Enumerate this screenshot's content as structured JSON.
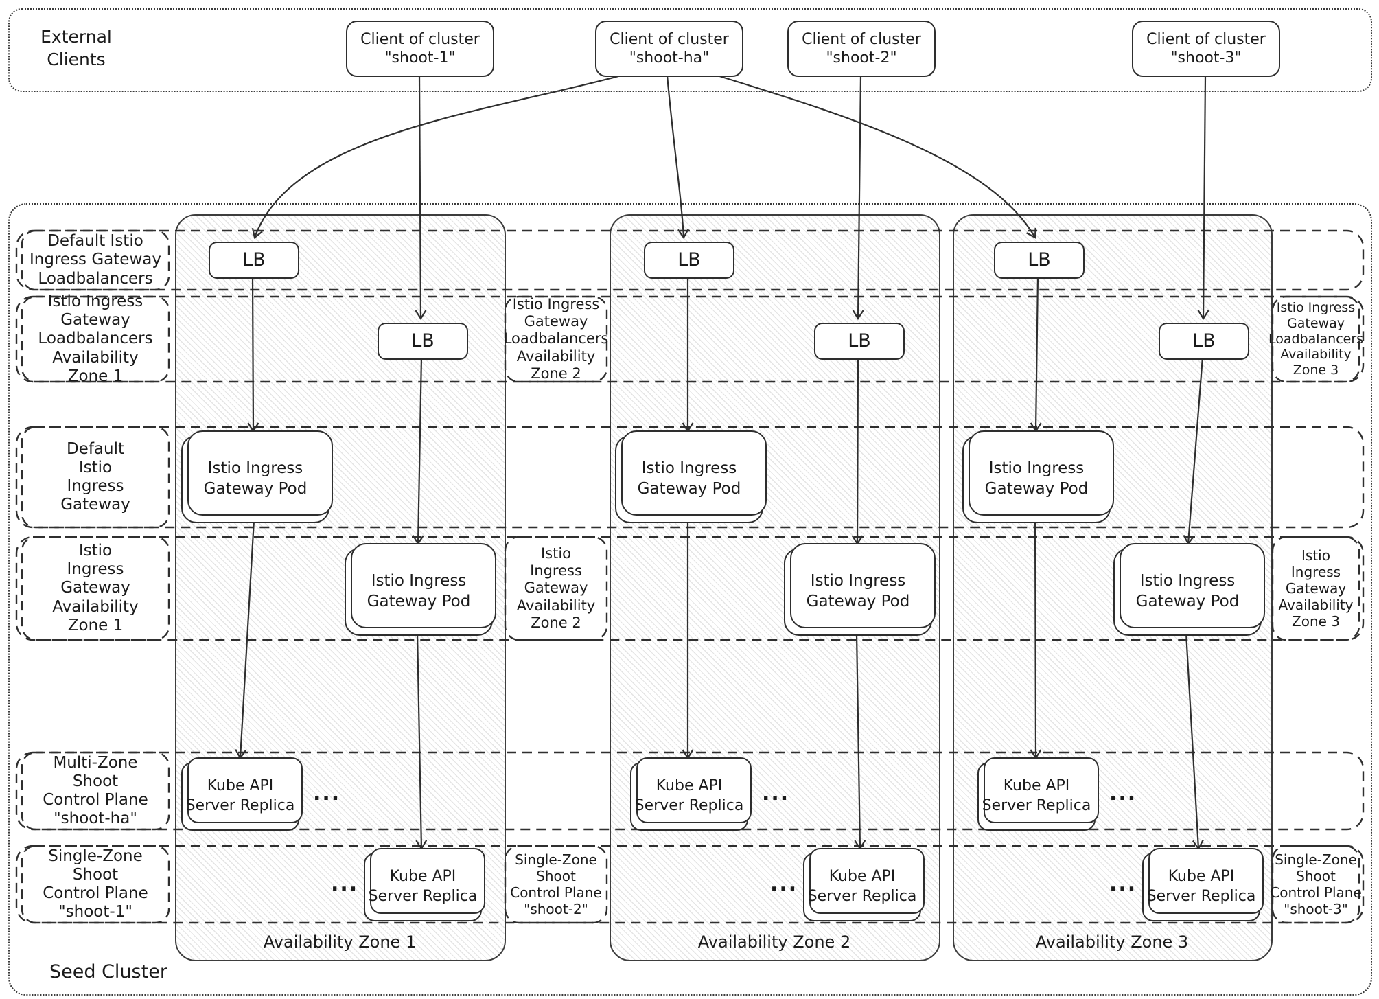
{
  "colors": {
    "stroke": "#2e2e2e",
    "text": "#1b1b1b",
    "hatch_line": "#e4e4e4",
    "background": "#ffffff"
  },
  "external": {
    "label_lines": [
      "External",
      "Clients"
    ],
    "clients": [
      {
        "line1": "Client of cluster",
        "line2": "\"shoot-1\""
      },
      {
        "line1": "Client of cluster",
        "line2": "\"shoot-ha\""
      },
      {
        "line1": "Client of cluster",
        "line2": "\"shoot-2\""
      },
      {
        "line1": "Client of cluster",
        "line2": "\"shoot-3\""
      }
    ]
  },
  "seed": {
    "label": "Seed Cluster",
    "zone_labels": [
      "Availability Zone 1",
      "Availability Zone 2",
      "Availability Zone 3"
    ],
    "bands": {
      "default_lb": {
        "left": [
          "Default Istio",
          "Ingress Gateway",
          "Loadbalancers"
        ]
      },
      "zone_lb": {
        "left": [
          "Istio Ingress",
          "Gateway",
          "Loadbalancers",
          "Availability",
          "Zone 1"
        ],
        "middle": [
          "Istio Ingress",
          "Gateway",
          "Loadbalancers",
          "Availability",
          "Zone 2"
        ],
        "right": [
          "Istio Ingress",
          "Gateway",
          "Loadbalancers",
          "Availability",
          "Zone 3"
        ]
      },
      "default_gw": {
        "left": [
          "Default",
          "Istio",
          "Ingress",
          "Gateway"
        ]
      },
      "zone_gw": {
        "left": [
          "Istio",
          "Ingress",
          "Gateway",
          "Availability",
          "Zone 1"
        ],
        "middle": [
          "Istio",
          "Ingress",
          "Gateway",
          "Availability",
          "Zone 2"
        ],
        "right": [
          "Istio",
          "Ingress",
          "Gateway",
          "Availability",
          "Zone 3"
        ]
      },
      "multi_zone": {
        "left": [
          "Multi-Zone",
          "Shoot",
          "Control Plane",
          "\"shoot-ha\""
        ]
      },
      "single_zone": {
        "left": [
          "Single-Zone",
          "Shoot",
          "Control Plane",
          "\"shoot-1\""
        ],
        "middle": [
          "Single-Zone",
          "Shoot",
          "Control Plane",
          "\"shoot-2\""
        ],
        "right": [
          "Single-Zone",
          "Shoot",
          "Control Plane",
          "\"shoot-3\""
        ]
      }
    },
    "lb_label": "LB",
    "pod": {
      "line1": "Istio Ingress",
      "line2": "Gateway Pod"
    },
    "replica": {
      "line1": "Kube API",
      "line2": "Server Replica"
    },
    "ellipsis": "..."
  }
}
